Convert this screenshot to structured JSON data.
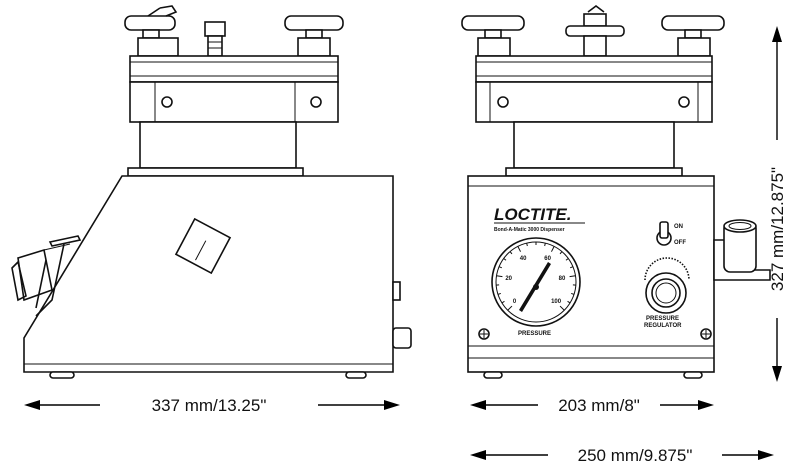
{
  "dimensions": {
    "side_width": "337 mm/13.25\"",
    "front_width": "203 mm/8\"",
    "overall_width": "250 mm/9.875\"",
    "height": "327 mm/12.875\""
  },
  "panel": {
    "brand": "LOCTITE.",
    "subtitle": "Bond-A-Matic 3000 Dispenser",
    "switch_on": "ON",
    "switch_off": "OFF",
    "gauge_label": "PRESSURE",
    "gauge_ticks": [
      "0",
      "20",
      "40",
      "60",
      "80",
      "100"
    ],
    "regulator_label_1": "PRESSURE",
    "regulator_label_2": "REGULATOR"
  }
}
